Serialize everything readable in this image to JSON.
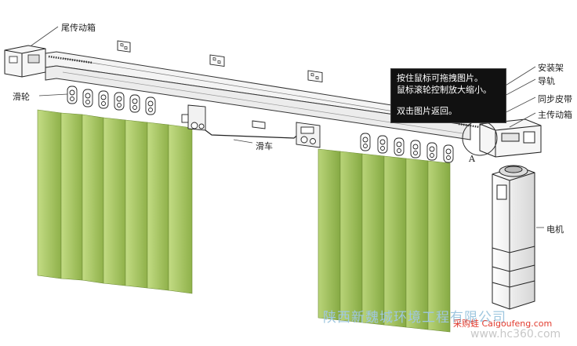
{
  "labels": {
    "tail_box": "尾传动箱",
    "pulley": "滑轮",
    "carriage": "滑车",
    "mount_bracket": "安装架",
    "rail": "导轨",
    "sync_belt": "同步皮带",
    "main_box": "主传动箱",
    "detail_a": "A",
    "motor": "电机"
  },
  "tooltip": {
    "line1": "按住鼠标可拖拽图片。",
    "line2": "鼠标滚轮控制放大缩小。",
    "line3": "双击图片返回。"
  },
  "watermarks": {
    "company": "陕西新魏城环境工程有限公司",
    "site_brand": "采购蛙 Caigoufeng.com",
    "hc_site": "www.hc360.com"
  },
  "colors": {
    "curtain_light": "#a9c964",
    "curtain_dark": "#8fb14a",
    "rail_fill": "#f4f4f4",
    "line": "#333333",
    "tooltip_bg": "#111111"
  }
}
